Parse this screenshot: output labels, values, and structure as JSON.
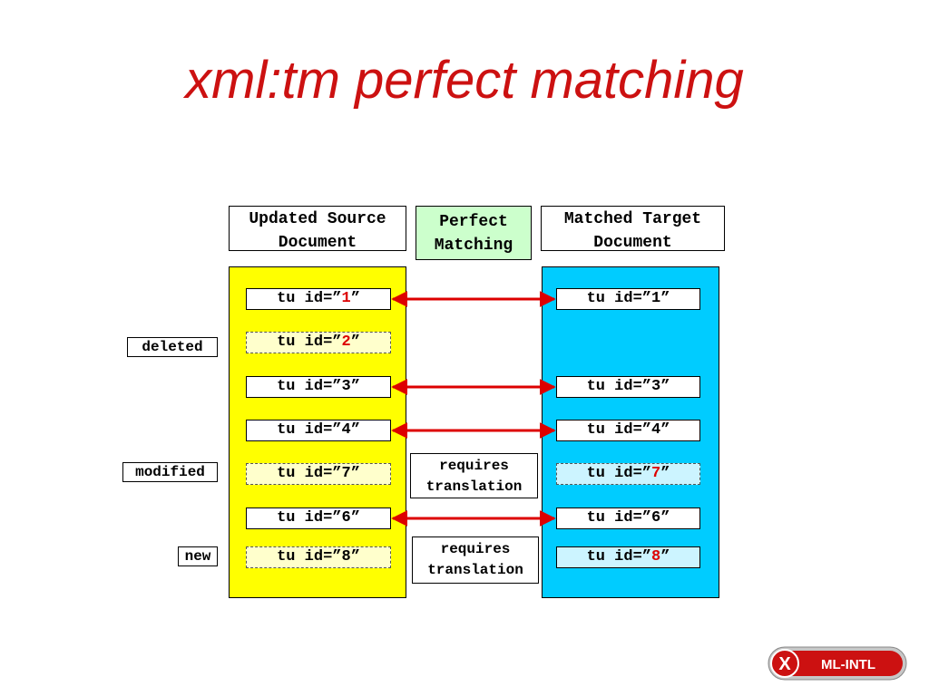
{
  "title": "xml:tm perfect matching",
  "headers": {
    "source_line1": "Updated Source",
    "source_line2": "Document",
    "perfect_line1": "Perfect",
    "perfect_line2": "Matching",
    "target_line1": "Matched Target",
    "target_line2": "Document"
  },
  "labels": {
    "deleted": "deleted",
    "modified": "modified",
    "new": "new"
  },
  "tu_prefix": "tu id=”",
  "tu_suffix": "”",
  "source_ids": [
    "1",
    "2",
    "3",
    "4",
    "7",
    "6",
    "8"
  ],
  "target_ids": [
    "1",
    "3",
    "4",
    "7",
    "6",
    "8"
  ],
  "requires_translation": {
    "line1": "requires",
    "line2": "translation"
  },
  "logo_text": {
    "x": "X",
    "rest": "ML-INTL"
  },
  "colors": {
    "title": "#cc1111",
    "source_panel": "#ffff00",
    "target_panel": "#00ccff",
    "perfect_box": "#ccffcc",
    "arrow": "#dd0000",
    "highlight_id": "#dd0000"
  }
}
